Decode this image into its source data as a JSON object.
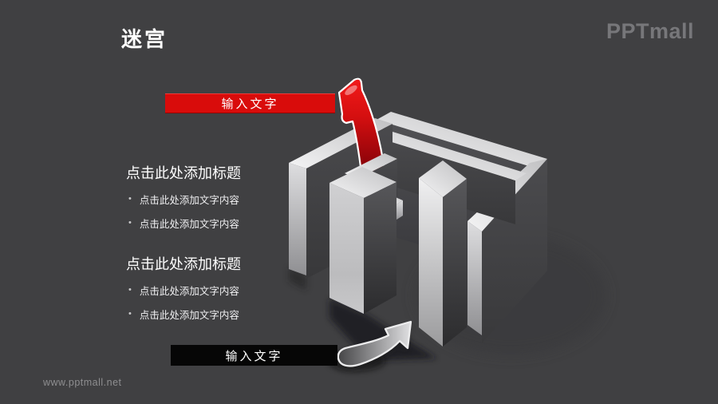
{
  "slide": {
    "title": "迷宫",
    "logo": "PPTmall",
    "watermark": "www.pptmall.net",
    "top_banner": {
      "label": "输入文字"
    },
    "bottom_banner": {
      "label": "输入文字"
    },
    "bullet_glyph": "•",
    "blocks": [
      {
        "title": "点击此处添加标题",
        "bullets": [
          "点击此处添加文字内容",
          "点击此处添加文字内容"
        ]
      },
      {
        "title": "点击此处添加标题",
        "bullets": [
          "点击此处添加文字内容",
          "点击此处添加文字内容"
        ]
      }
    ],
    "colors": {
      "background": "#404042",
      "accent_red": "#d90c0b",
      "banner_black": "#060606",
      "text_primary": "#ffffff",
      "text_muted": "#8e8e90"
    },
    "graphic": {
      "name": "3d-maze",
      "arrows": [
        "red-exit-arrow",
        "gray-entry-arrow"
      ]
    }
  }
}
